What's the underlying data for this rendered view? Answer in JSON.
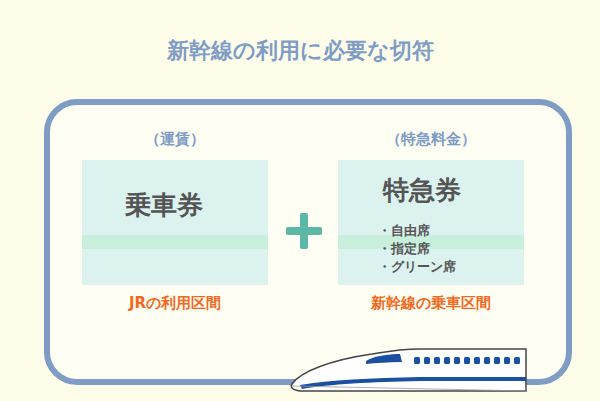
{
  "diagram": {
    "title": "新幹線の利用に必要な切符",
    "nodes": [
      {
        "text": [
          "（運賃）",
          "乗車券",
          "JRの利用区間"
        ]
      },
      {
        "text": [
          "（特急料金）",
          "特急券",
          "・自由席",
          "・指定席",
          "・グリーン席",
          "新幹線の乗車区間"
        ]
      }
    ]
  }
}
